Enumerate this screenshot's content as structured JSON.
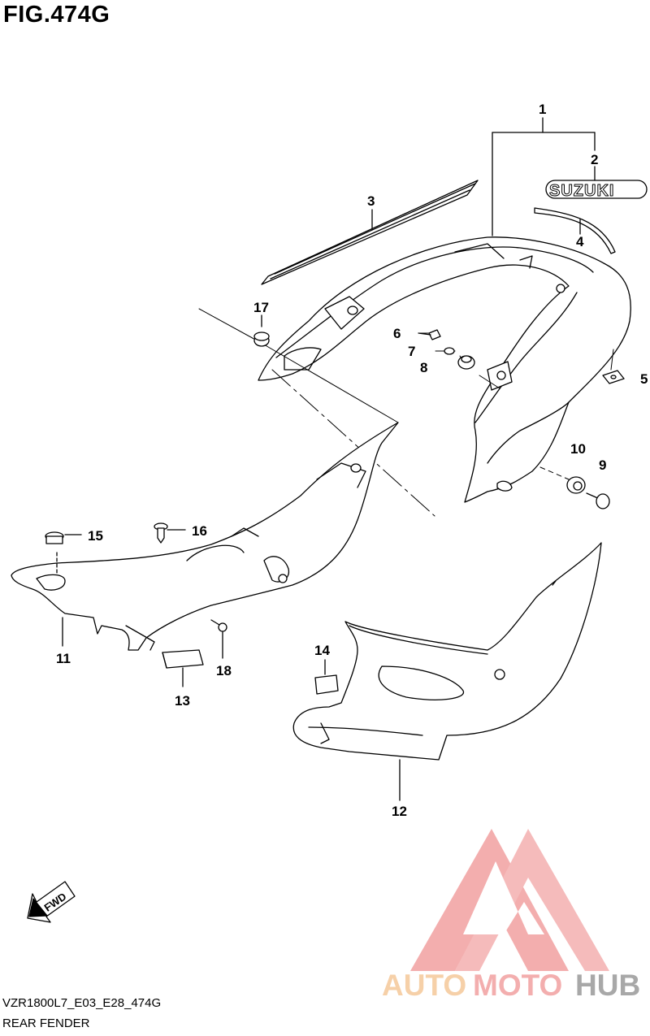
{
  "figure_title": "FIG.474G",
  "footer": {
    "model_code": "VZR1800L7_E03_E28_474G",
    "assembly_name": "REAR FENDER"
  },
  "emblem_text": "SUZUKI",
  "fwd_arrow_label": "FWD",
  "watermark": {
    "part1": "AUTO",
    "part2": "MOTO",
    "part3": "HUB",
    "color1": "#f5c89a",
    "color2": "#f2a0a0",
    "color3": "#9a9a9a"
  },
  "callouts": {
    "c1": "1",
    "c2": "2",
    "c3": "3",
    "c4": "4",
    "c5": "5",
    "c6": "6",
    "c7": "7",
    "c8": "8",
    "c9": "9",
    "c10": "10",
    "c11": "11",
    "c12": "12",
    "c13": "13",
    "c14": "14",
    "c15": "15",
    "c16": "16",
    "c17": "17",
    "c18": "18"
  }
}
